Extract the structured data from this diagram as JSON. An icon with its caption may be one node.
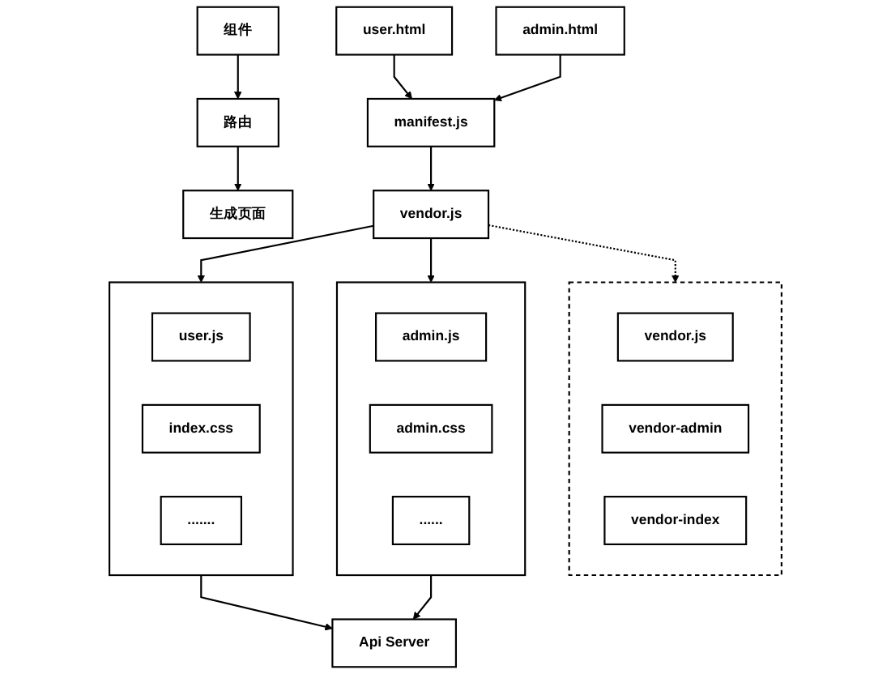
{
  "diagram": {
    "nodes": [
      {
        "text": [
          "组件"
        ]
      },
      {
        "text": [
          "路由"
        ]
      },
      {
        "text": [
          "生成页面"
        ]
      },
      {
        "text": [
          "user.html"
        ]
      },
      {
        "text": [
          "admin.html"
        ]
      },
      {
        "text": [
          "manifest.js"
        ]
      },
      {
        "text": [
          "vendor.js"
        ]
      },
      {
        "text": [],
        "shape": "box"
      },
      {
        "text": [
          "vendor.js"
        ],
        "in": 7
      },
      {
        "text": [
          "vendor-admin"
        ],
        "in": 7
      },
      {
        "text": [
          "vendor-index"
        ],
        "in": 7
      },
      {
        "text": [],
        "shape": "box"
      },
      {
        "text": [
          "user.js"
        ],
        "in": 11
      },
      {
        "text": [
          "index.css"
        ],
        "in": 11
      },
      {
        "text": [
          "......."
        ],
        "in": 11
      },
      {
        "text": [],
        "shape": "box"
      },
      {
        "text": [
          "admin.js"
        ],
        "in": 15
      },
      {
        "text": [
          "admin.css"
        ],
        "in": 15
      },
      {
        "text": [
          "......"
        ],
        "in": 15
      },
      {
        "text": [
          "Api Server"
        ]
      }
    ],
    "edges": [
      {
        "from": 0,
        "to": 1,
        "arrow": "to"
      },
      {
        "from": 1,
        "to": 2,
        "arrow": "to"
      },
      {
        "from": 3,
        "to": 5,
        "arrow": "to"
      },
      {
        "from": 4,
        "to": 5,
        "arrow": "to"
      },
      {
        "from": 5,
        "to": 6,
        "arrow": "to"
      },
      {
        "from": 6,
        "to": 7,
        "arrow": "to",
        "style": "dashed"
      },
      {
        "from": 6,
        "to": 11,
        "arrow": "to"
      },
      {
        "from": 6,
        "to": 15,
        "arrow": "to"
      },
      {
        "from": 11,
        "to": 19,
        "arrow": "to"
      },
      {
        "from": 15,
        "to": 19,
        "arrow": "to"
      }
    ]
  }
}
